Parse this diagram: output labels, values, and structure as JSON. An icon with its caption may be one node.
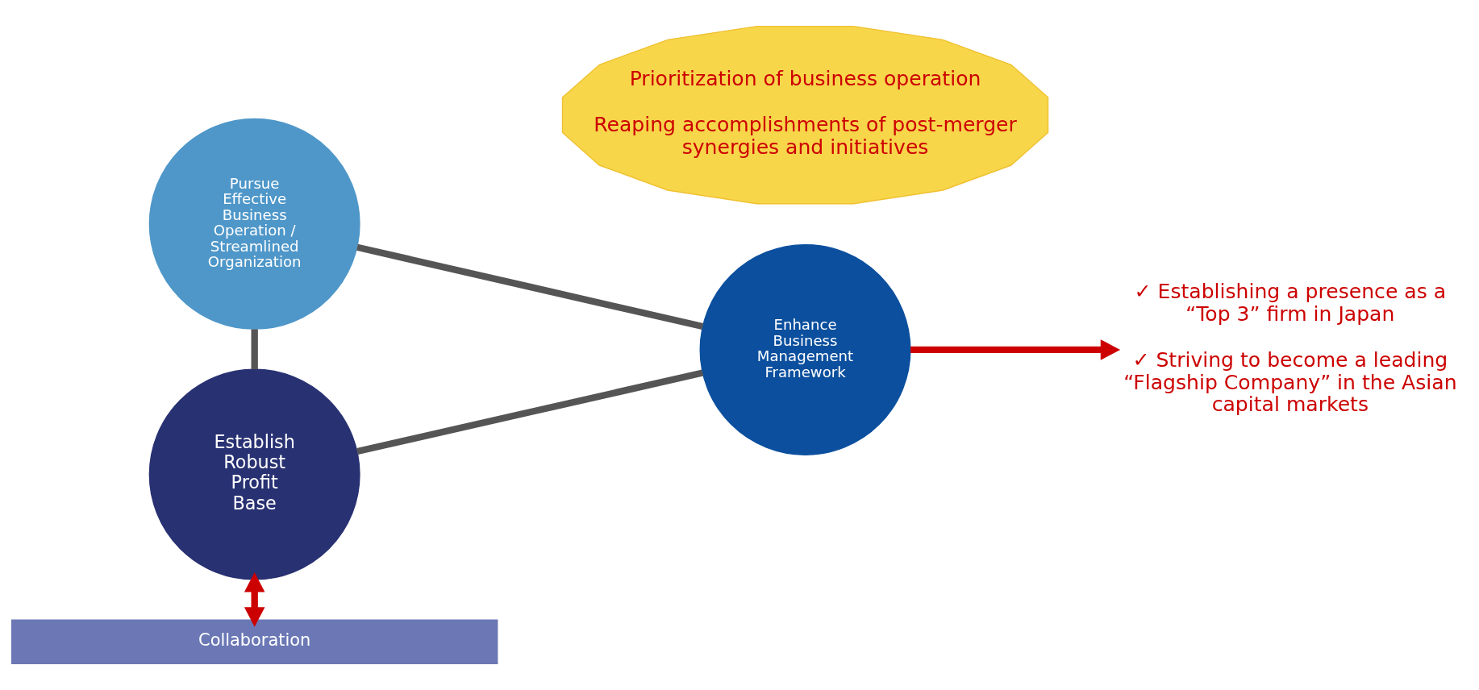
{
  "diagram": {
    "nodes": [
      {
        "text": [
          "Pursue Effective Business Operation / Streamlined Organization"
        ]
      },
      {
        "text": [
          "Enhance Business Management Framework"
        ]
      },
      {
        "text": [
          "Establish Robust Profit Base"
        ]
      },
      {
        "text": [
          "Prioritization of business operation",
          "Reaping accomplishments of post-merger synergies and initiatives"
        ]
      },
      {
        "text": [
          "Collaboration"
        ]
      },
      {
        "text": [
          "✓ Establishing a presence as a “Top 3” firm in Japan",
          "✓ Striving to become a leading “Flagship Company” in the Asian capital markets"
        ]
      }
    ],
    "edges": [
      {
        "from": 0,
        "to": 1,
        "arrow": "none"
      },
      {
        "from": 0,
        "to": 2,
        "arrow": "none"
      },
      {
        "from": 2,
        "to": 1,
        "arrow": "none"
      },
      {
        "from": 1,
        "to": 5,
        "arrow": "to",
        "color": "#cc0000"
      },
      {
        "from": 2,
        "to": 4,
        "arrow": "both",
        "color": "#cc0000"
      }
    ]
  }
}
